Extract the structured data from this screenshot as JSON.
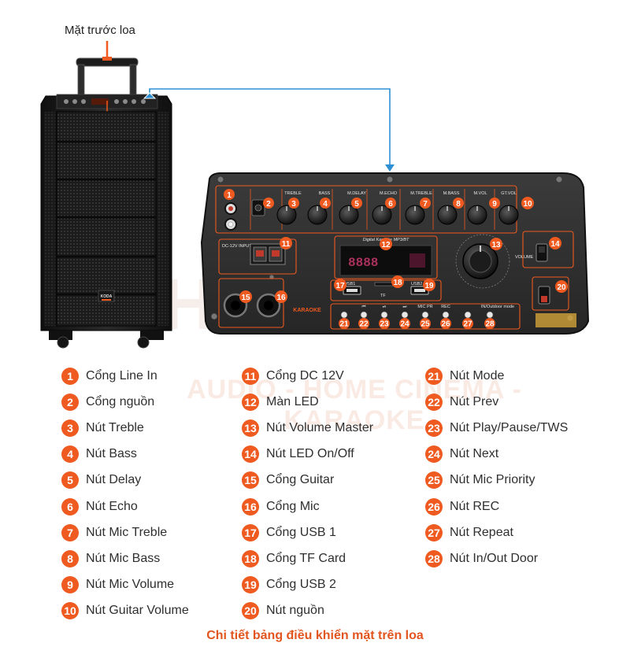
{
  "top_label": "Mặt trước loa",
  "caption": "Chi tiết bảng điều khiển mặt trên loa",
  "speaker": {
    "logo": "KODA",
    "panel_title": "Digital Karaoke MP3/BT",
    "brand_mark": "KARAOKE",
    "knob_labels": [
      "TREBLE",
      "BASS",
      "M.DELAY",
      "M.ECHO",
      "M.TREBLE",
      "M.BASS",
      "M.VOL",
      "GT.VOL"
    ],
    "input_label": "DC-12V INPUT",
    "volume_label": "VOLUME",
    "usb1_label": "USB1",
    "usb2_label": "USB2",
    "tf_label": "TF",
    "button_labels": [
      "",
      "⏮",
      "⏯",
      "⏭",
      "MIC PR",
      "REC",
      "",
      "IN/Outdoor mode"
    ]
  },
  "legend": [
    {
      "num": "1",
      "text": "Cổng Line In"
    },
    {
      "num": "2",
      "text": "Cổng nguồn"
    },
    {
      "num": "3",
      "text": "Nút Treble"
    },
    {
      "num": "4",
      "text": "Nút Bass"
    },
    {
      "num": "5",
      "text": "Nút Delay"
    },
    {
      "num": "6",
      "text": "Nút Echo"
    },
    {
      "num": "7",
      "text": "Nút Mic Treble"
    },
    {
      "num": "8",
      "text": "Nút Mic Bass"
    },
    {
      "num": "9",
      "text": "Nút Mic Volume"
    },
    {
      "num": "10",
      "text": "Nút Guitar Volume"
    },
    {
      "num": "11",
      "text": "Cổng DC 12V"
    },
    {
      "num": "12",
      "text": "Màn LED"
    },
    {
      "num": "13",
      "text": "Nút Volume Master"
    },
    {
      "num": "14",
      "text": "Nút LED On/Off"
    },
    {
      "num": "15",
      "text": "Cổng Guitar"
    },
    {
      "num": "16",
      "text": "Cổng Mic"
    },
    {
      "num": "17",
      "text": "Cổng USB 1"
    },
    {
      "num": "18",
      "text": "Cổng TF Card"
    },
    {
      "num": "19",
      "text": "Cổng USB 2"
    },
    {
      "num": "20",
      "text": "Nút nguồn"
    },
    {
      "num": "21",
      "text": "Nút Mode"
    },
    {
      "num": "22",
      "text": "Nút Prev"
    },
    {
      "num": "23",
      "text": "Nút Play/Pause/TWS"
    },
    {
      "num": "24",
      "text": "Nút Next"
    },
    {
      "num": "25",
      "text": "Nút Mic Priority"
    },
    {
      "num": "26",
      "text": "Nút REC"
    },
    {
      "num": "27",
      "text": "Nút Repeat"
    },
    {
      "num": "28",
      "text": "Nút In/Out Door"
    }
  ],
  "watermark": "AUDIO - HOME CINEMA - KARAOKE",
  "colors": {
    "accent": "#ee5a1f",
    "caption": "#e2551f",
    "arrow": "#2e8fd3"
  }
}
